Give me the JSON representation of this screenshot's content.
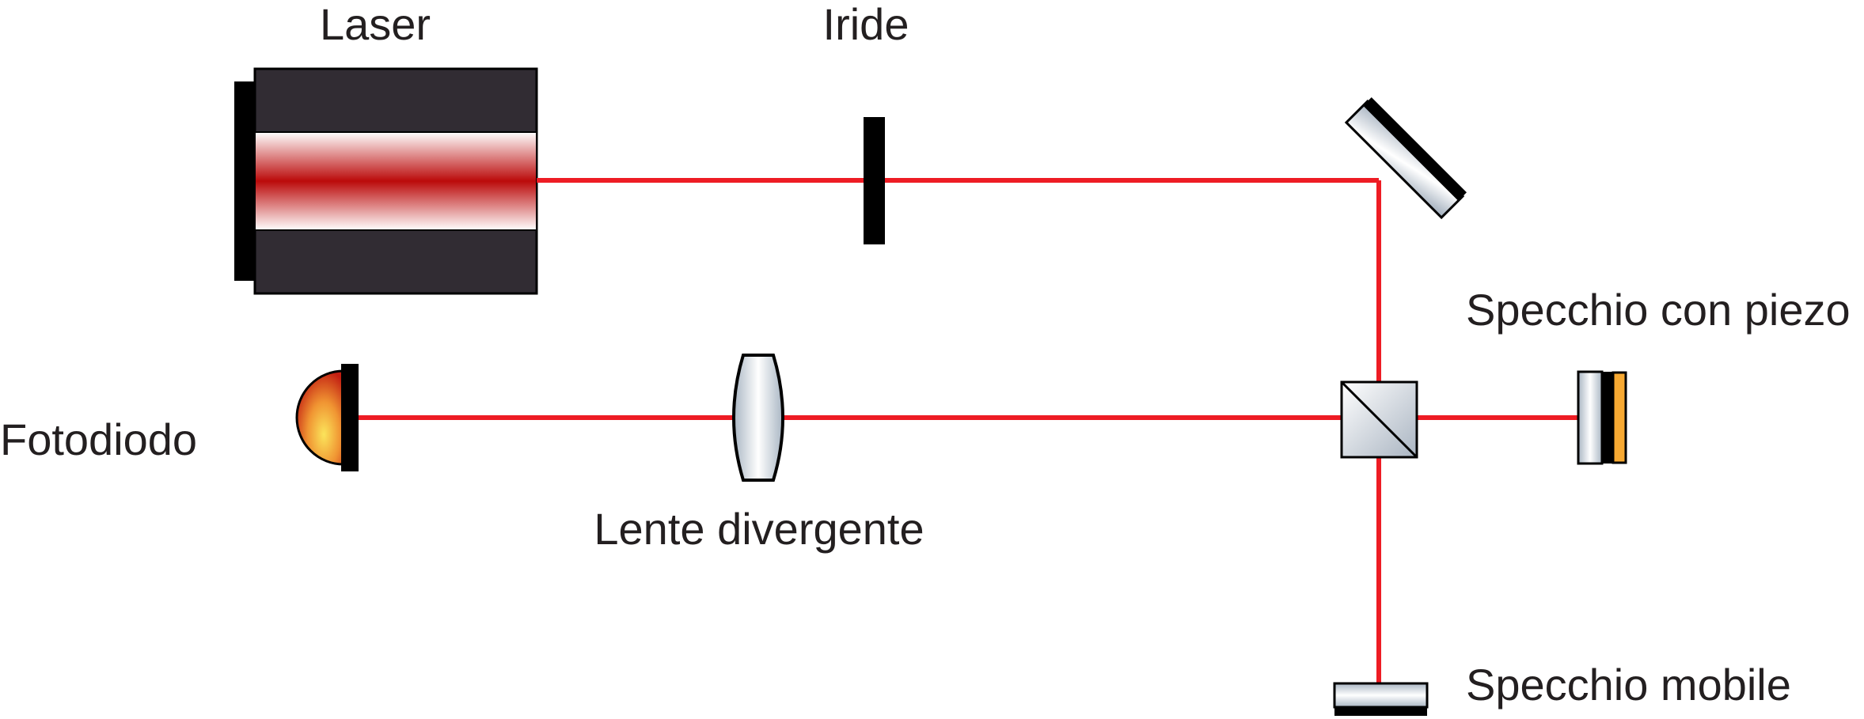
{
  "labels": {
    "laser": "Laser",
    "iris": "Iride",
    "piezo_mirror": "Specchio con piezo",
    "photodiode": "Fotodiodo",
    "diverging_lens": "Lente divergente",
    "movable_mirror": "Specchio mobile"
  },
  "colors": {
    "beam": "#ee1c24",
    "laser_body": "#312c33",
    "laser_core": "#bb0a0a",
    "mount": "#000000",
    "optic_glass": "#bcc7d2",
    "piezo": "#f7a932",
    "photodiode_dome": "#d63d12",
    "text": "#231f20"
  }
}
